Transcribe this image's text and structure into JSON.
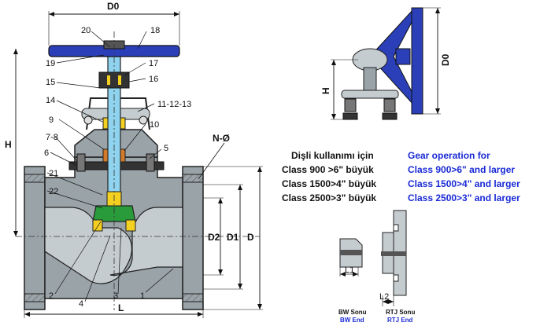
{
  "colors": {
    "steel": "#9aa3a8",
    "dark": "#333",
    "blue": "#2b3fb8",
    "stem": "#8fd3ee",
    "yellow": "#f4d020",
    "green": "#2a9b3a",
    "orange": "#d27a2a",
    "beige": "#e8d9a8"
  },
  "dimensions": {
    "d0": "D0",
    "h": "H",
    "l": "L",
    "d": "D",
    "d1": "D1",
    "d2": "D2",
    "n": "N-Ø",
    "d0_side": "D0",
    "h_side": "H",
    "l1": "L1",
    "l2": "L2"
  },
  "parts": [
    "1",
    "2",
    "3",
    "4",
    "5",
    "6",
    "7-8",
    "9",
    "10",
    "11-12-13",
    "14",
    "15",
    "16",
    "17",
    "18",
    "19",
    "20",
    "21",
    "22"
  ],
  "note": {
    "tr": [
      "Dişli kullanımı için",
      "Class  900 >6\" büyük",
      "Class 1500>4\" büyük",
      "Class 2500>3\" büyük"
    ],
    "en": [
      "Gear operation for",
      "Class   900>6\" and larger",
      "Class 1500>4\" and larger",
      "Class 2500>3\" and larger"
    ]
  },
  "ends": {
    "bw_tr": "BW Sonu",
    "bw_en": "BW End",
    "rtj_tr": "RTJ Sonu",
    "rtj_en": "RTJ End"
  }
}
